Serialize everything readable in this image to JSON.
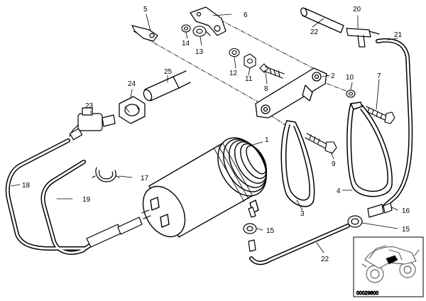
{
  "diagram": {
    "callouts": [
      "1",
      "2",
      "3",
      "4",
      "5",
      "6",
      "7",
      "8",
      "9",
      "10",
      "11",
      "12",
      "13",
      "14",
      "15",
      "15",
      "16",
      "17",
      "18",
      "19",
      "20",
      "21",
      "22",
      "22",
      "23",
      "24",
      "25"
    ],
    "reference_number": "00029800"
  }
}
